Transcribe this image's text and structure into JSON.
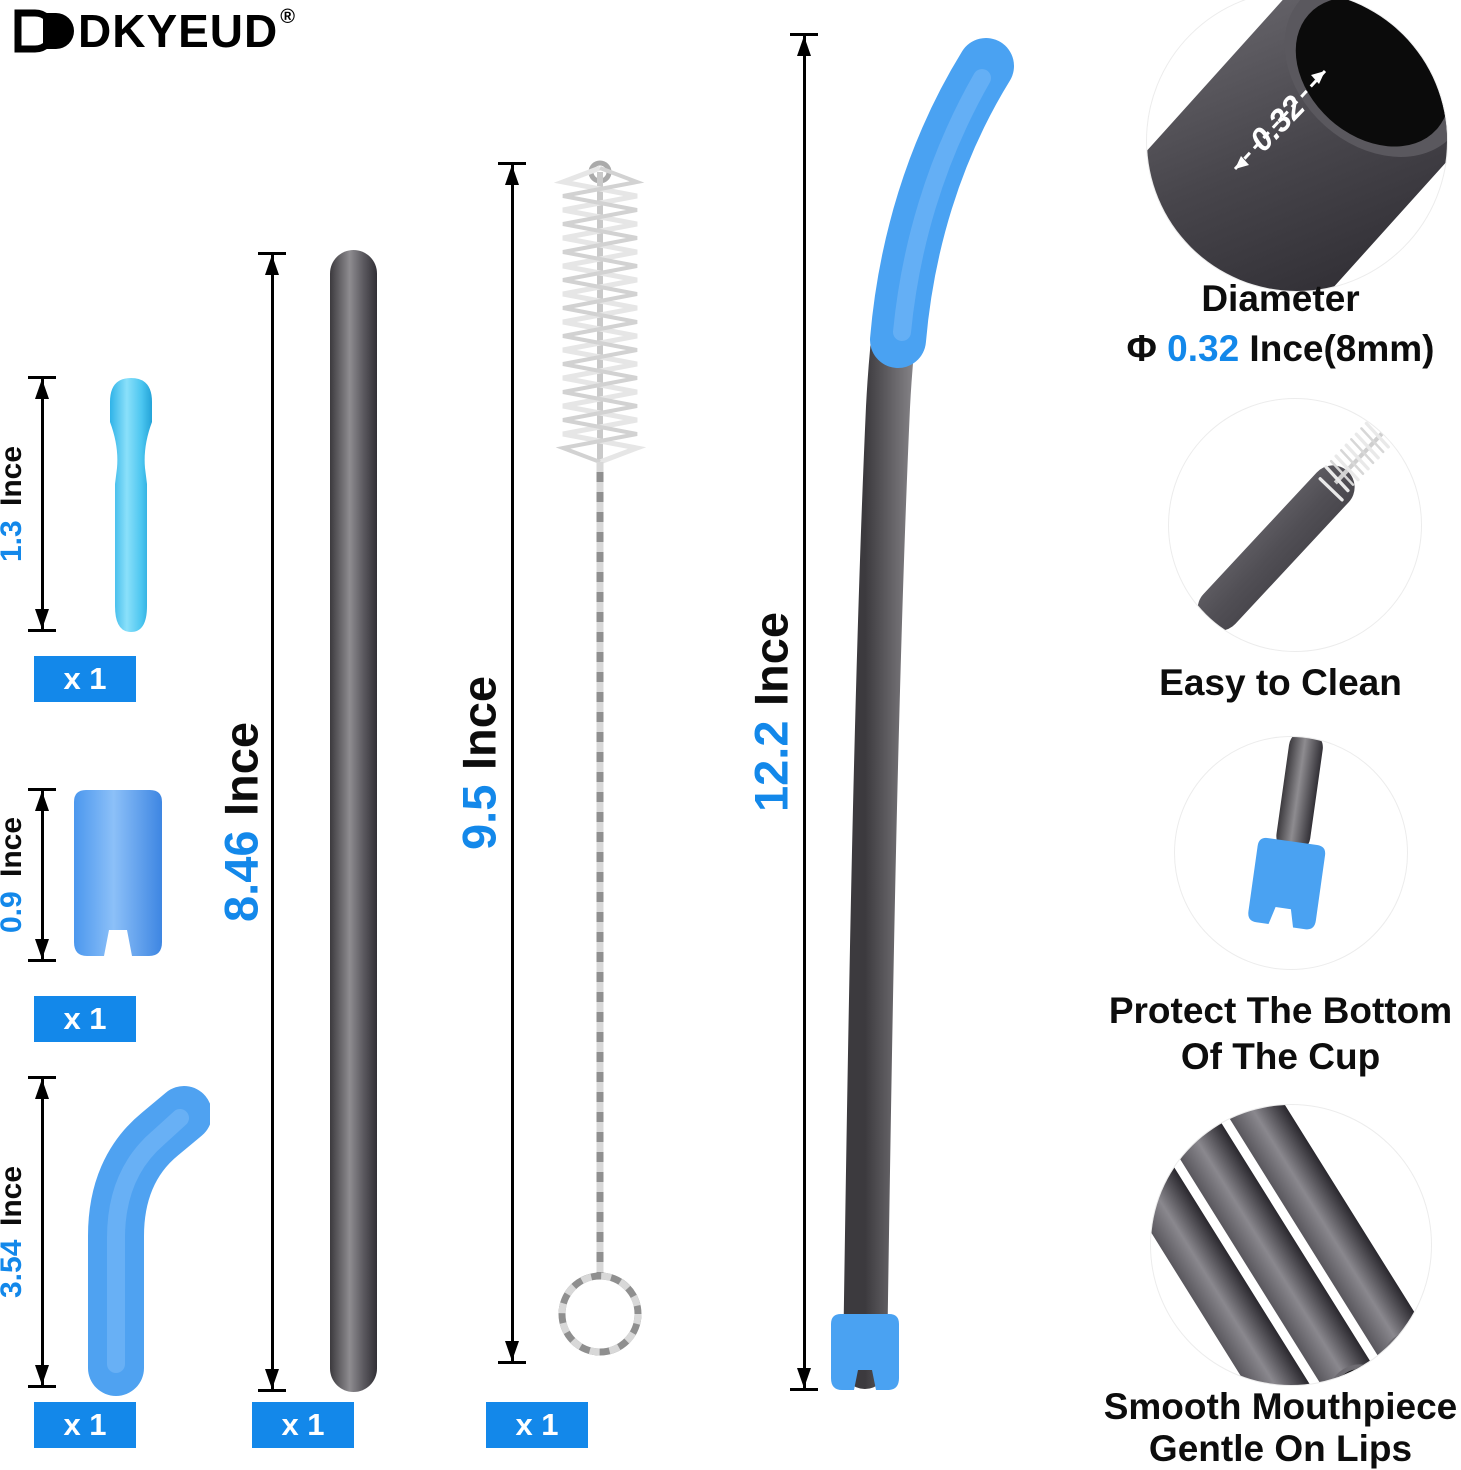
{
  "accent": "#1388ea",
  "brand": {
    "name": "DKYEUD",
    "reg": "®"
  },
  "items": [
    {
      "name": "silicone-tip-straight",
      "value": "1.3",
      "unit": "Ince",
      "qty": "x 1"
    },
    {
      "name": "silicone-cup-protector",
      "value": "0.9",
      "unit": "Ince",
      "qty": "x 1"
    },
    {
      "name": "silicone-tip-bent",
      "value": "3.54",
      "unit": "Ince",
      "qty": "x 1"
    },
    {
      "name": "metal-straw-straight",
      "value": "8.46",
      "unit": "Ince",
      "qty": "x 1"
    },
    {
      "name": "cleaning-brush",
      "value": "9.5",
      "unit": "Ince",
      "qty": "x 1"
    },
    {
      "name": "metal-straw-bent",
      "value": "12.2",
      "unit": "Ince"
    }
  ],
  "callouts": [
    {
      "photo_label": "0.32",
      "line1": "Diameter",
      "line2_prefix": "Φ ",
      "line2_value": "0.32",
      "line2_suffix": " Ince(8mm)"
    },
    {
      "line1": "Easy to Clean"
    },
    {
      "line1": "Protect The Bottom",
      "line2": "Of The Cup"
    },
    {
      "line1": "Smooth Mouthpiece",
      "line2": "Gentle On Lips"
    }
  ]
}
